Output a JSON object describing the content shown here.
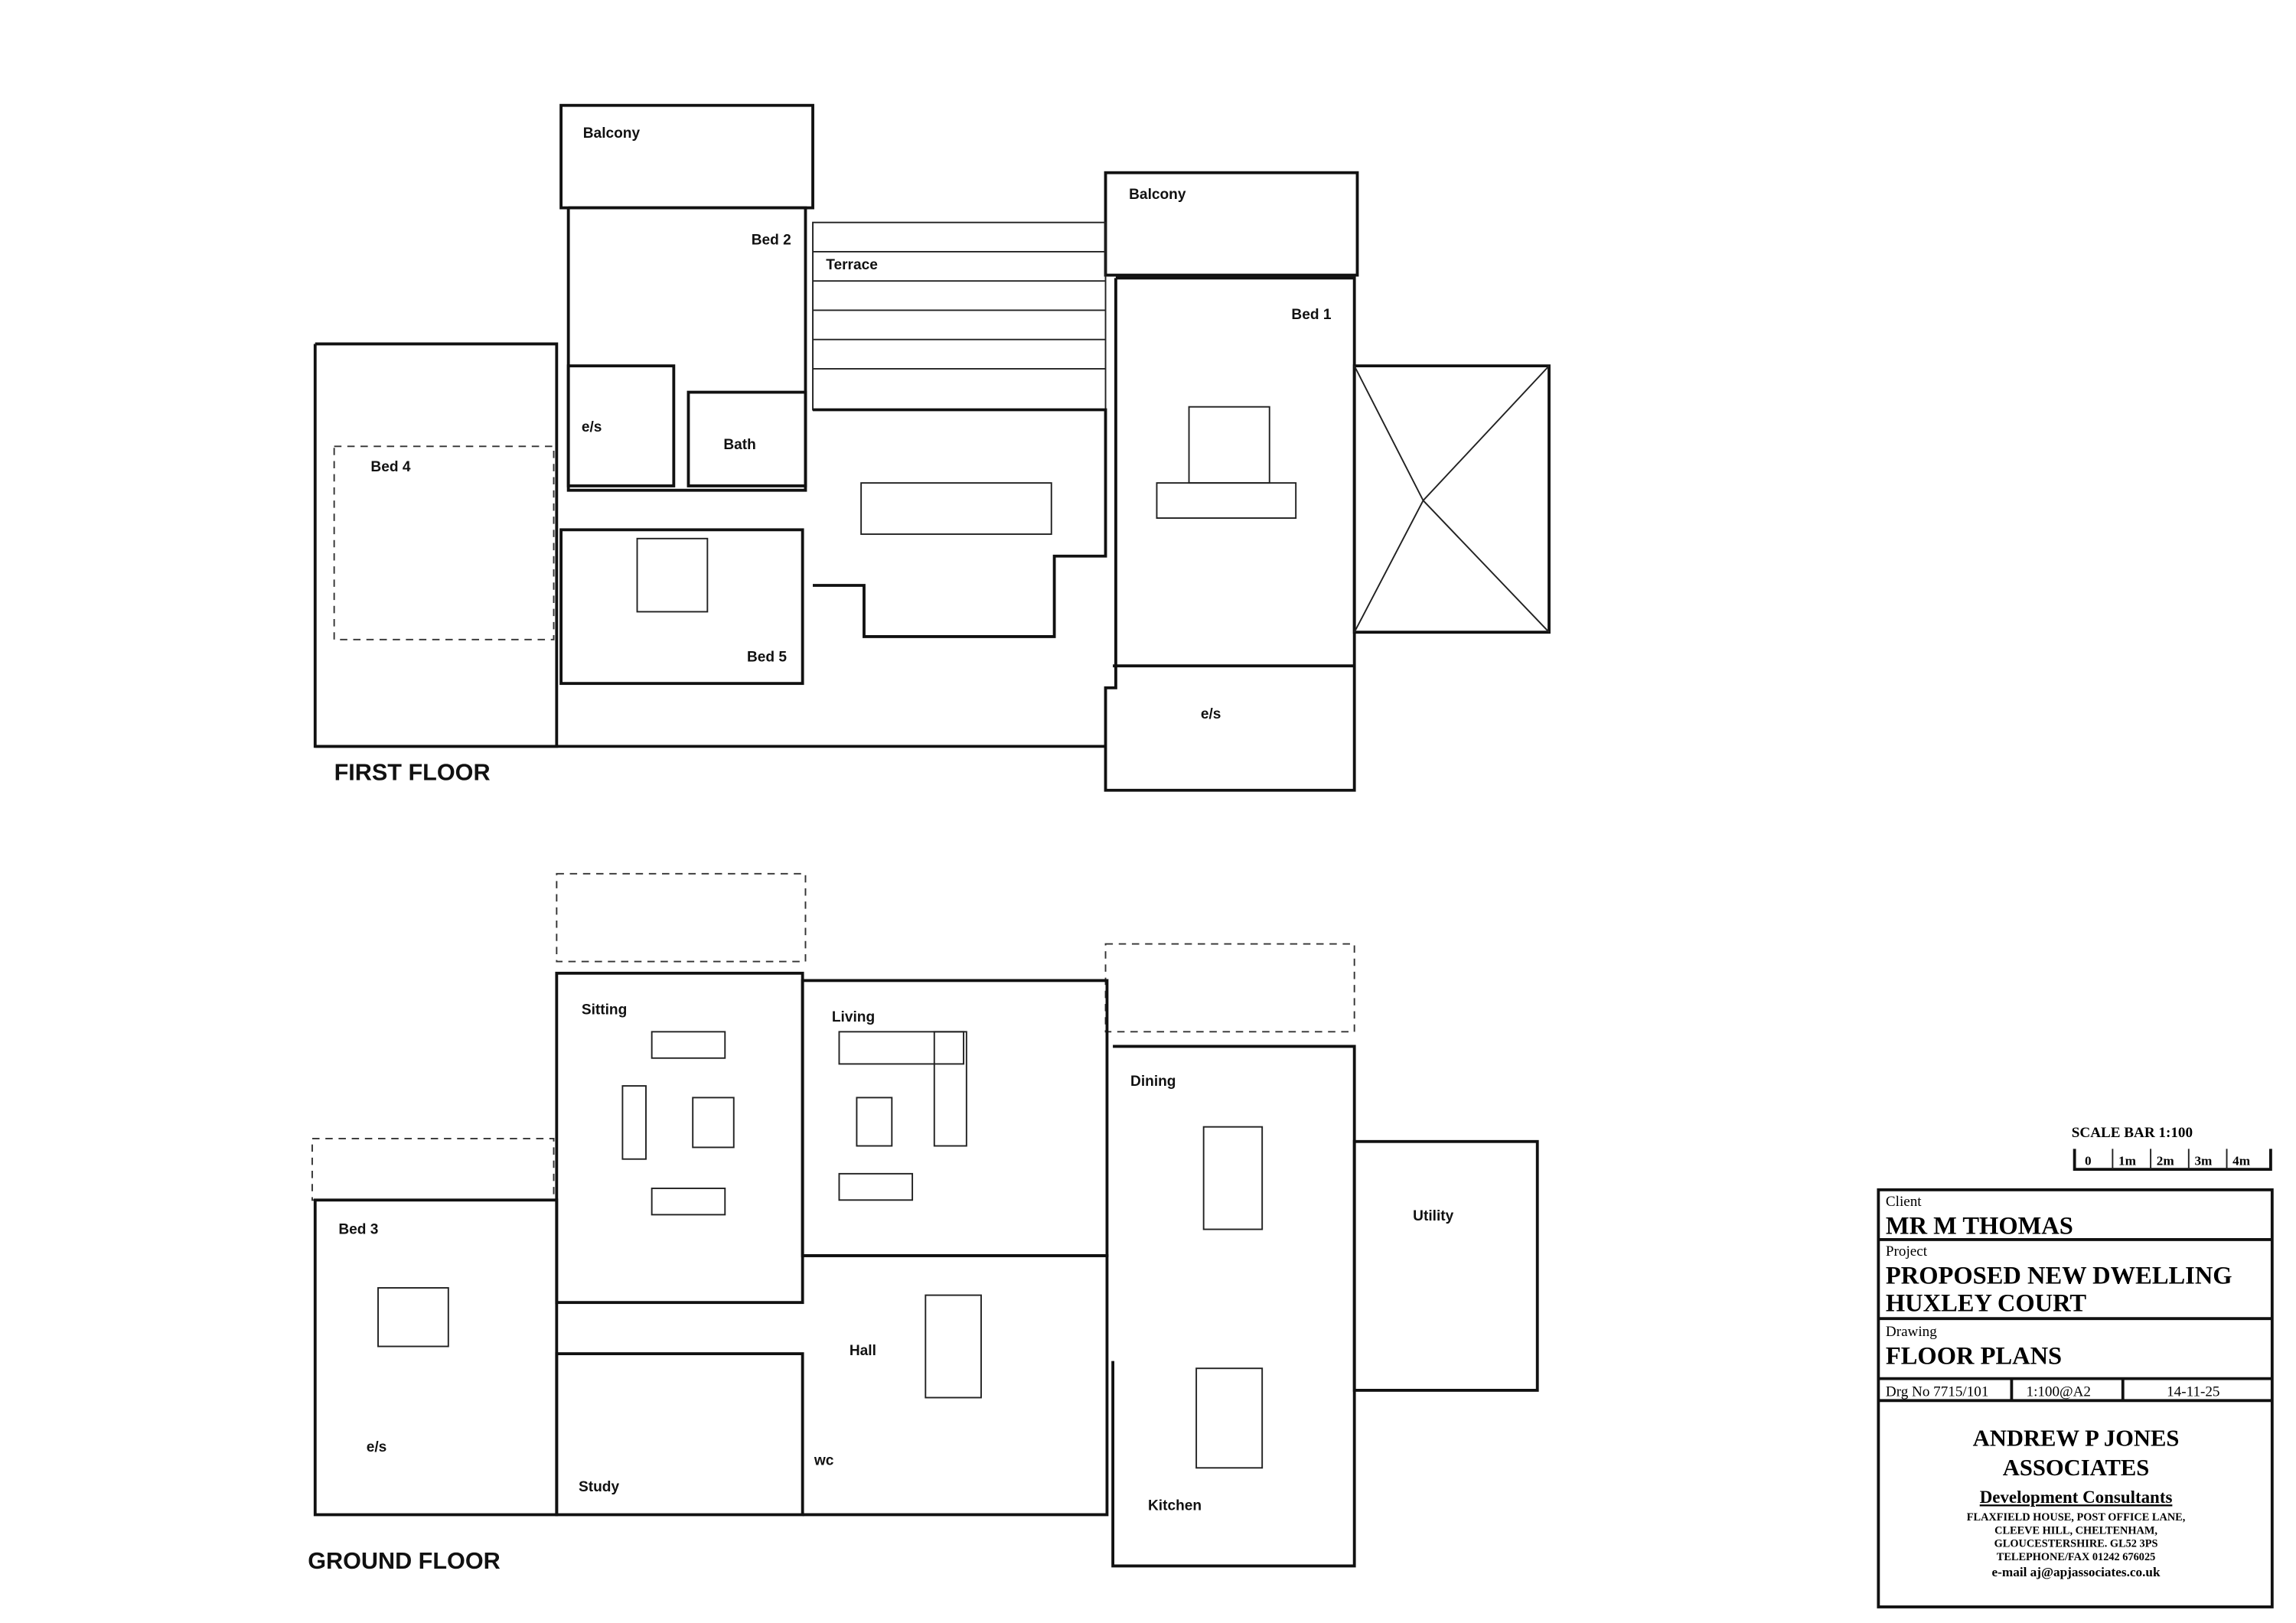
{
  "first_floor": {
    "heading": "FIRST FLOOR",
    "rooms": [
      "Balcony",
      "Balcony",
      "Bed 2",
      "Terrace",
      "Bed 1",
      "e/s",
      "Bath",
      "Bed 4",
      "Bed 5",
      "e/s"
    ]
  },
  "ground_floor": {
    "heading": "GROUND FLOOR",
    "rooms": [
      "Sitting",
      "Living",
      "Dining",
      "Utility",
      "Bed 3",
      "Hall",
      "e/s",
      "wc",
      "Study",
      "Kitchen"
    ]
  },
  "scale_bar": {
    "title": "SCALE BAR 1:100",
    "ticks": [
      "0",
      "1m",
      "2m",
      "3m",
      "4m"
    ]
  },
  "title_block": {
    "client_label": "Client",
    "client": "MR M THOMAS",
    "project_label": "Project",
    "project_line1": "PROPOSED NEW DWELLING",
    "project_line2": "HUXLEY COURT",
    "drawing_label": "Drawing",
    "drawing": "FLOOR PLANS",
    "drg_no": "Drg No 7715/101",
    "scale": "1:100@A2",
    "date": "14-11-25",
    "company_line1": "ANDREW P JONES",
    "company_line2": "ASSOCIATES",
    "company_tagline": "Development Consultants",
    "address": [
      "FLAXFIELD HOUSE, POST OFFICE LANE,",
      "CLEEVE HILL, CHELTENHAM,",
      "GLOUCESTERSHIRE. GL52 3PS",
      "TELEPHONE/FAX 01242 676025",
      "e-mail aj@apjassociates.co.uk"
    ]
  }
}
